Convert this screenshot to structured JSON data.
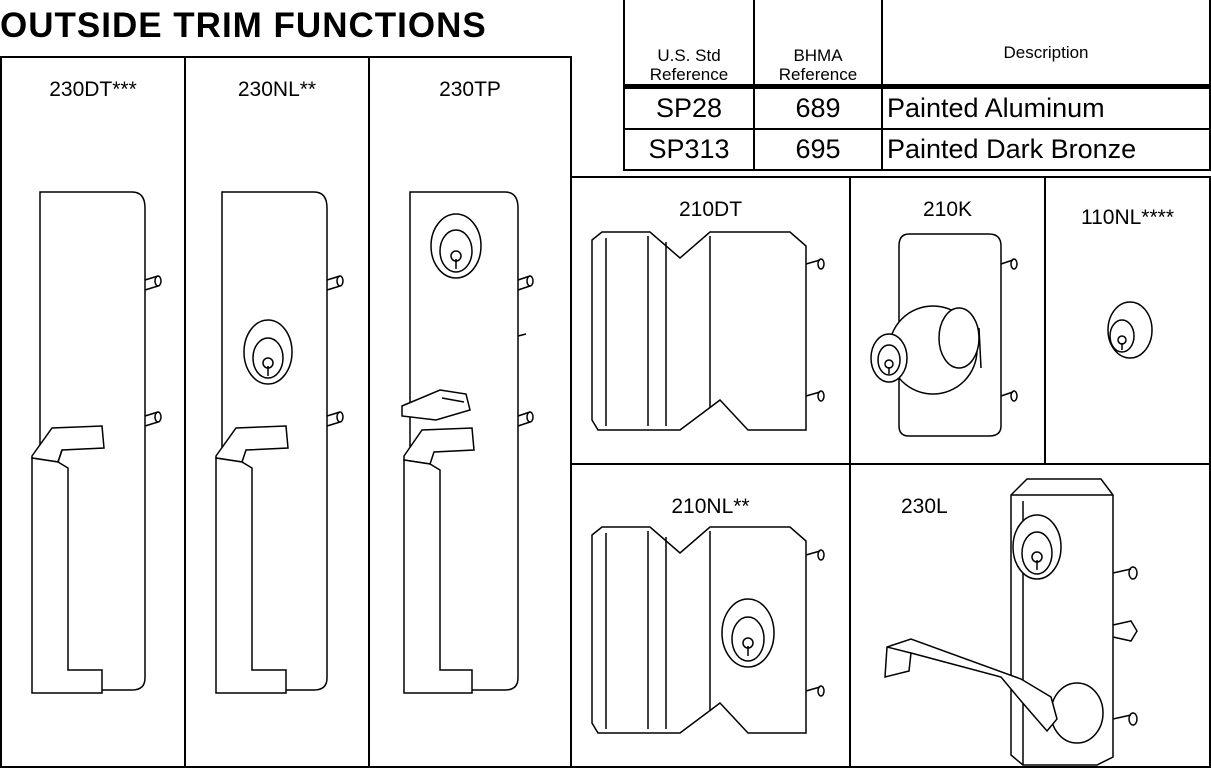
{
  "title": "OUTSIDE TRIM FUNCTIONS",
  "finish_table": {
    "headers": {
      "us_std": [
        "U.S. Std",
        "Reference"
      ],
      "bhma": [
        "BHMA",
        "Reference"
      ],
      "description": "Description"
    },
    "rows": [
      {
        "us_std": "SP28",
        "bhma": "689",
        "description": "Painted Aluminum"
      },
      {
        "us_std": "SP313",
        "bhma": "695",
        "description": "Painted Dark Bronze"
      }
    ]
  },
  "panels": {
    "p230dt": "230DT***",
    "p230nl": "230NL**",
    "p230tp": "230TP",
    "p210dt": "210DT",
    "p210k": "210K",
    "p110nl": "110NL****",
    "p210nl": "210NL**",
    "p230l": "230L"
  }
}
